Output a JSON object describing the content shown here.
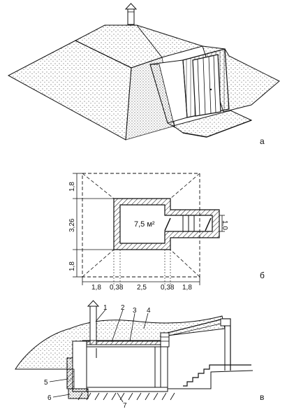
{
  "figure_a": {
    "caption": "а"
  },
  "figure_b": {
    "caption": "б",
    "area_label": "7,5 м²",
    "entrance_width_label": "1,0",
    "left_dims": [
      "1,8",
      "3,26",
      "1,8"
    ],
    "bottom_dims": [
      "1,8",
      "0,38",
      "2,5",
      "0,38",
      "1,8"
    ]
  },
  "figure_c": {
    "caption": "в",
    "callouts": [
      "1",
      "2",
      "3",
      "4",
      "5",
      "6",
      "7"
    ]
  }
}
